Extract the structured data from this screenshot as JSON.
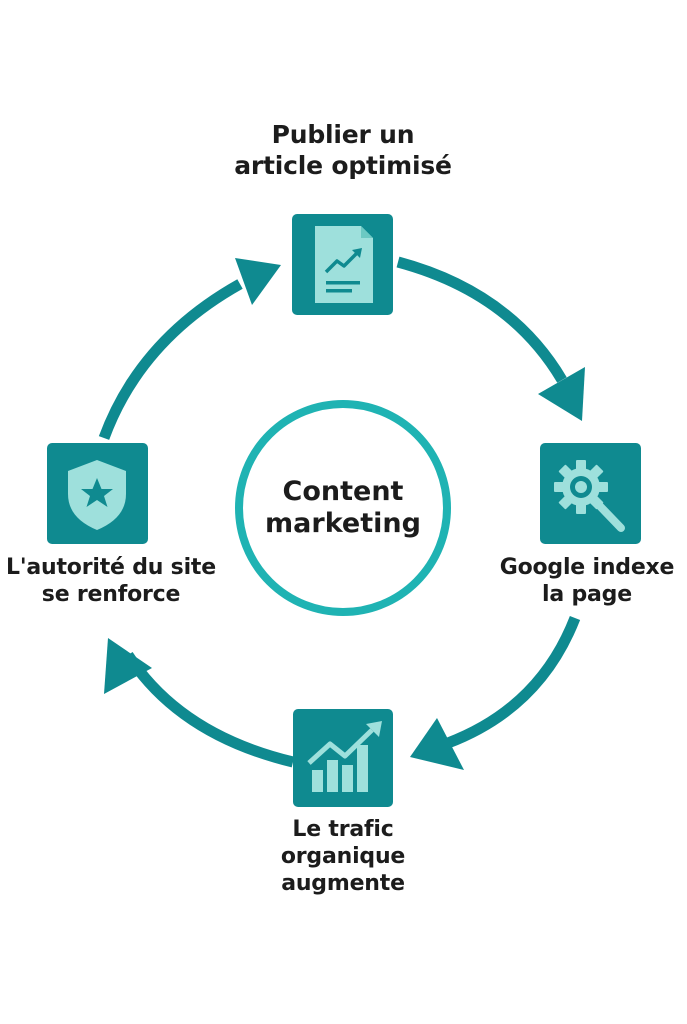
{
  "center": {
    "line1": "Content",
    "line2": "marketing"
  },
  "steps": [
    {
      "lines": [
        "Publier un",
        "article optimisé"
      ],
      "icon": "document-chart-icon"
    },
    {
      "lines": [
        "Google indexe",
        "la page"
      ],
      "icon": "gear-search-icon"
    },
    {
      "lines": [
        "Le trafic",
        "organique",
        "augmente"
      ],
      "icon": "growth-chart-icon"
    },
    {
      "lines": [
        "L'autorité du site",
        "se renforce"
      ],
      "icon": "shield-star-icon"
    }
  ],
  "colors": {
    "primary": "#0f8a90",
    "ring": "#1fb3b3",
    "icon_light": "#9ee0dc",
    "text": "#1c1c1c"
  }
}
